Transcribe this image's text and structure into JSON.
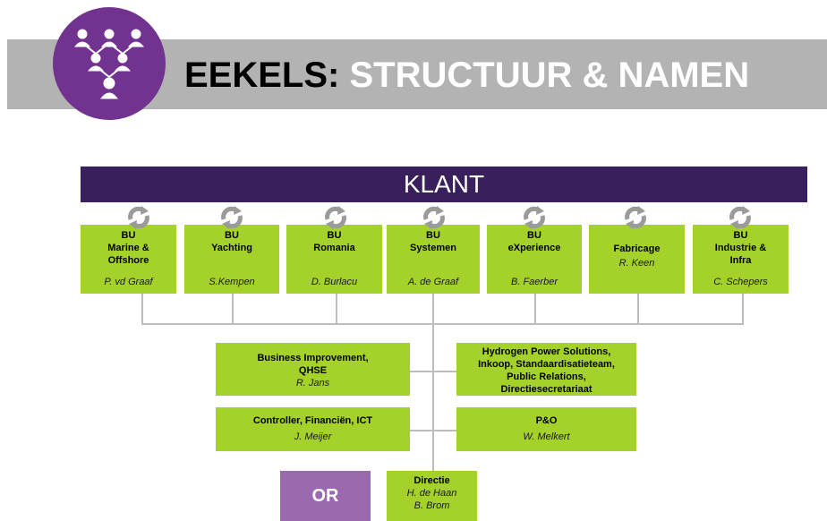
{
  "header": {
    "title_part1": "EEKELS:",
    "title_part2": "STRUCTUUR & NAMEN",
    "logo_icon": "org-network-icon"
  },
  "colors": {
    "banner": "#b3b3b3",
    "logo": "#72328f",
    "klant_bar": "#3a1f5d",
    "box_green": "#a5d12b",
    "or_box": "#9b69ad"
  },
  "klant": {
    "label": "KLANT"
  },
  "business_units": [
    {
      "lines": [
        "BU",
        "Marine &",
        "Offshore"
      ],
      "person": "P. vd Graaf"
    },
    {
      "lines": [
        "BU",
        "Yachting"
      ],
      "person": "S.Kempen"
    },
    {
      "lines": [
        "BU",
        "Romania"
      ],
      "person": "D. Burlacu"
    },
    {
      "lines": [
        "BU",
        "Systemen"
      ],
      "person": "A. de Graaf"
    },
    {
      "lines": [
        "BU",
        "eXperience"
      ],
      "person": "B. Faerber"
    },
    {
      "lines": [
        "Fabricage"
      ],
      "person": "R. Keen"
    },
    {
      "lines": [
        "BU",
        "Industrie &",
        "Infra"
      ],
      "person": "C. Schepers"
    }
  ],
  "cycle_icon": "cycle-arrows-icon",
  "staff": {
    "business_improvement": {
      "lines": [
        "Business Improvement,",
        "QHSE"
      ],
      "person": "R. Jans"
    },
    "hydrogen": {
      "lines": [
        "Hydrogen Power Solutions,",
        "Inkoop, Standaardisatieteam,",
        "Public Relations,",
        "Directiesecretariaat"
      ]
    },
    "controller": {
      "lines": [
        "Controller, Financiën, ICT"
      ],
      "person": "J. Meijer"
    },
    "po": {
      "lines": [
        "P&O"
      ],
      "person": "W. Melkert"
    }
  },
  "directie": {
    "label": "Directie",
    "persons": [
      "H. de Haan",
      "B. Brom"
    ]
  },
  "or": {
    "label": "OR"
  }
}
